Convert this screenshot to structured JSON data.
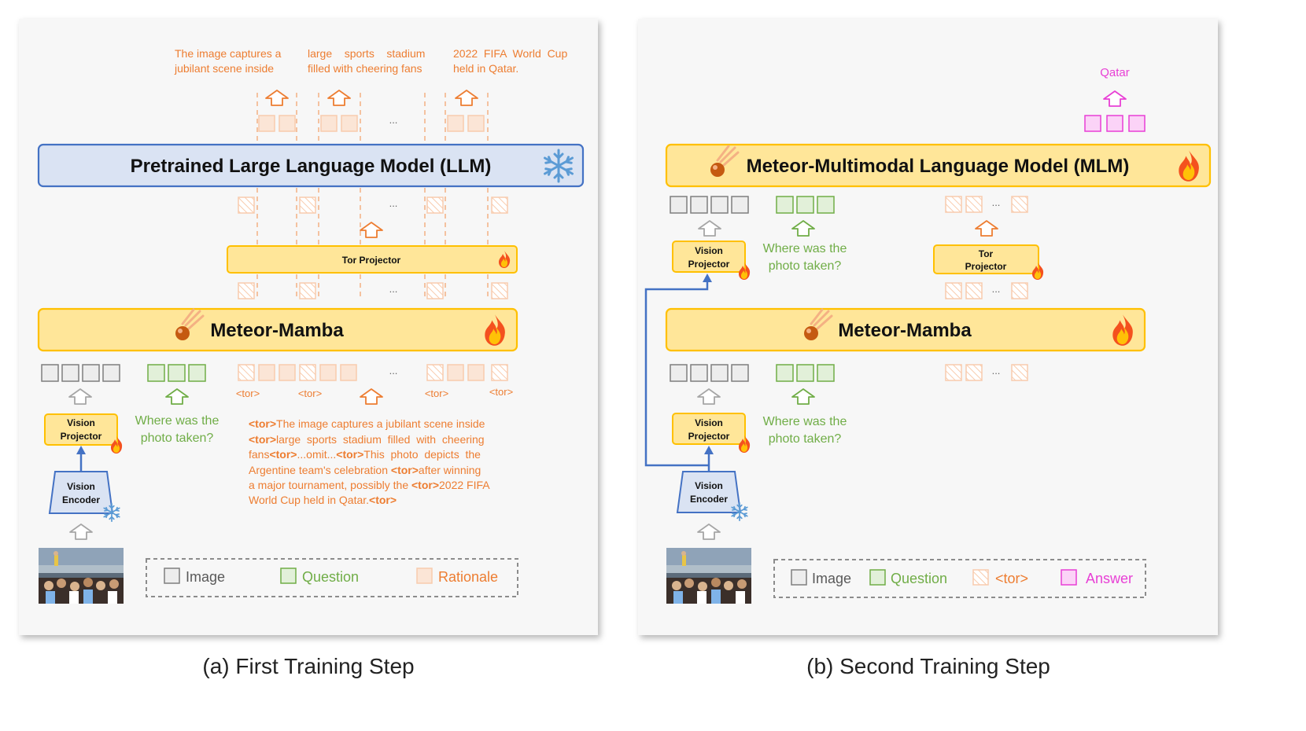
{
  "left": {
    "caption": "(a) First Training Step",
    "top_texts": [
      {
        "line1": "The image captures a",
        "line2": "jubilant scene inside"
      },
      {
        "line1": "large    sports    stadium",
        "line2": "filled with cheering fans"
      },
      {
        "line1": "2022  FIFA  World  Cup",
        "line2": "held in Qatar."
      }
    ],
    "ellipsis": "...",
    "llm_label": "Pretrained Large Language Model (LLM)",
    "tor_projector_label": "Tor Projector",
    "mamba_label": "Meteor-Mamba",
    "tor_token": "<tor>",
    "vision_projector": {
      "line1": "Vision",
      "line2": "Projector"
    },
    "vision_encoder": {
      "line1": "Vision",
      "line2": "Encoder"
    },
    "question": {
      "line1": "Where was the",
      "line2": "photo taken?"
    },
    "rationale_lines": [
      {
        "tag": "<tor>",
        "text": "The image captures a jubilant scene inside"
      },
      {
        "tag": "<tor>",
        "text": "large  sports  stadium  filled  with  cheering"
      },
      {
        "pre": "fans",
        "tag": "<tor>",
        "mid": "...omit...",
        "tag2": "<tor>",
        "text": "This  photo  depicts  the"
      },
      {
        "pre": "Argentine team's celebration ",
        "tag": "<tor>",
        "text": "after winning"
      },
      {
        "pre": "a major tournament, possibly the ",
        "tag": "<tor>",
        "text": "2022 FIFA"
      },
      {
        "pre": "World Cup held in Qatar.",
        "tag": "<tor>",
        "text": ""
      }
    ],
    "legend": [
      "Image",
      "Question",
      "Rationale"
    ]
  },
  "right": {
    "caption": "(b) Second Training Step",
    "answer_text": "Qatar",
    "mlm_label": "Meteor-Multimodal Language Model (MLM)",
    "question": {
      "line1": "Where was the",
      "line2": "photo taken?"
    },
    "vision_projector": {
      "line1": "Vision",
      "line2": "Projector"
    },
    "vision_encoder": {
      "line1": "Vision",
      "line2": "Encoder"
    },
    "tor_projector": {
      "line1": "Tor",
      "line2": "Projector"
    },
    "mamba_label": "Meteor-Mamba",
    "ellipsis": "...",
    "legend": [
      "Image",
      "Question",
      "<tor>",
      "Answer"
    ]
  },
  "colors": {
    "orange": "#ED7D31",
    "green": "#70AD47",
    "pink": "#E83FD5",
    "yellow_fill": "#FFE699",
    "yellow_border": "#FFC000",
    "blue_fill": "#DAE3F3",
    "blue_border": "#4472C4"
  },
  "icons": [
    "fire-icon",
    "snowflake-icon",
    "meteor-icon",
    "photo-thumbnail"
  ]
}
